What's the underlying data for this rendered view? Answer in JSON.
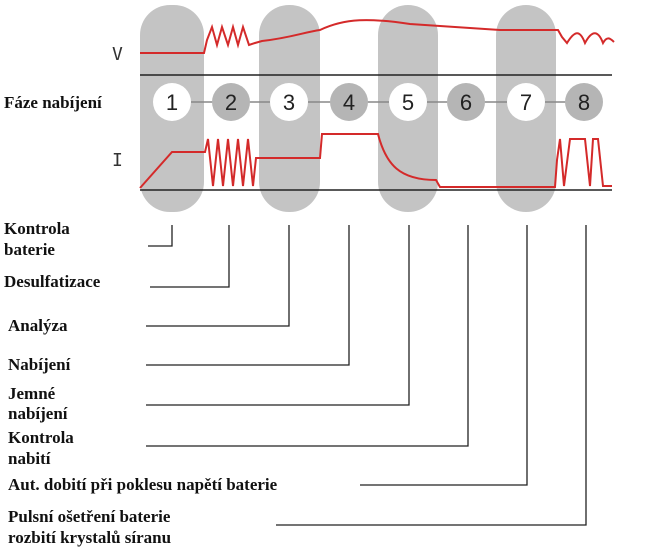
{
  "title": "Fáze nabíjení",
  "axis_voltage": "V",
  "axis_current": "I",
  "colors": {
    "band": "#c4c4c4",
    "curve": "#d42a2a",
    "circle_light": "#ffffff",
    "circle_dark": "#b5b5b5",
    "line": "#222222"
  },
  "phases": [
    {
      "number": "1",
      "lines": [
        "Kontrola",
        "baterie"
      ]
    },
    {
      "number": "2",
      "lines": [
        "Desulfatizace"
      ]
    },
    {
      "number": "3",
      "lines": [
        "Analýza"
      ]
    },
    {
      "number": "4",
      "lines": [
        "Nabíjení"
      ]
    },
    {
      "number": "5",
      "lines": [
        "Jemné",
        "nabíjení"
      ]
    },
    {
      "number": "6",
      "lines": [
        "Kontrola",
        "nabití"
      ]
    },
    {
      "number": "7",
      "lines": [
        "Aut. dobití při poklesu napětí baterie"
      ]
    },
    {
      "number": "8",
      "lines": [
        "Pulsní ošetření baterie",
        "rozbití krystalů síranu"
      ]
    }
  ]
}
